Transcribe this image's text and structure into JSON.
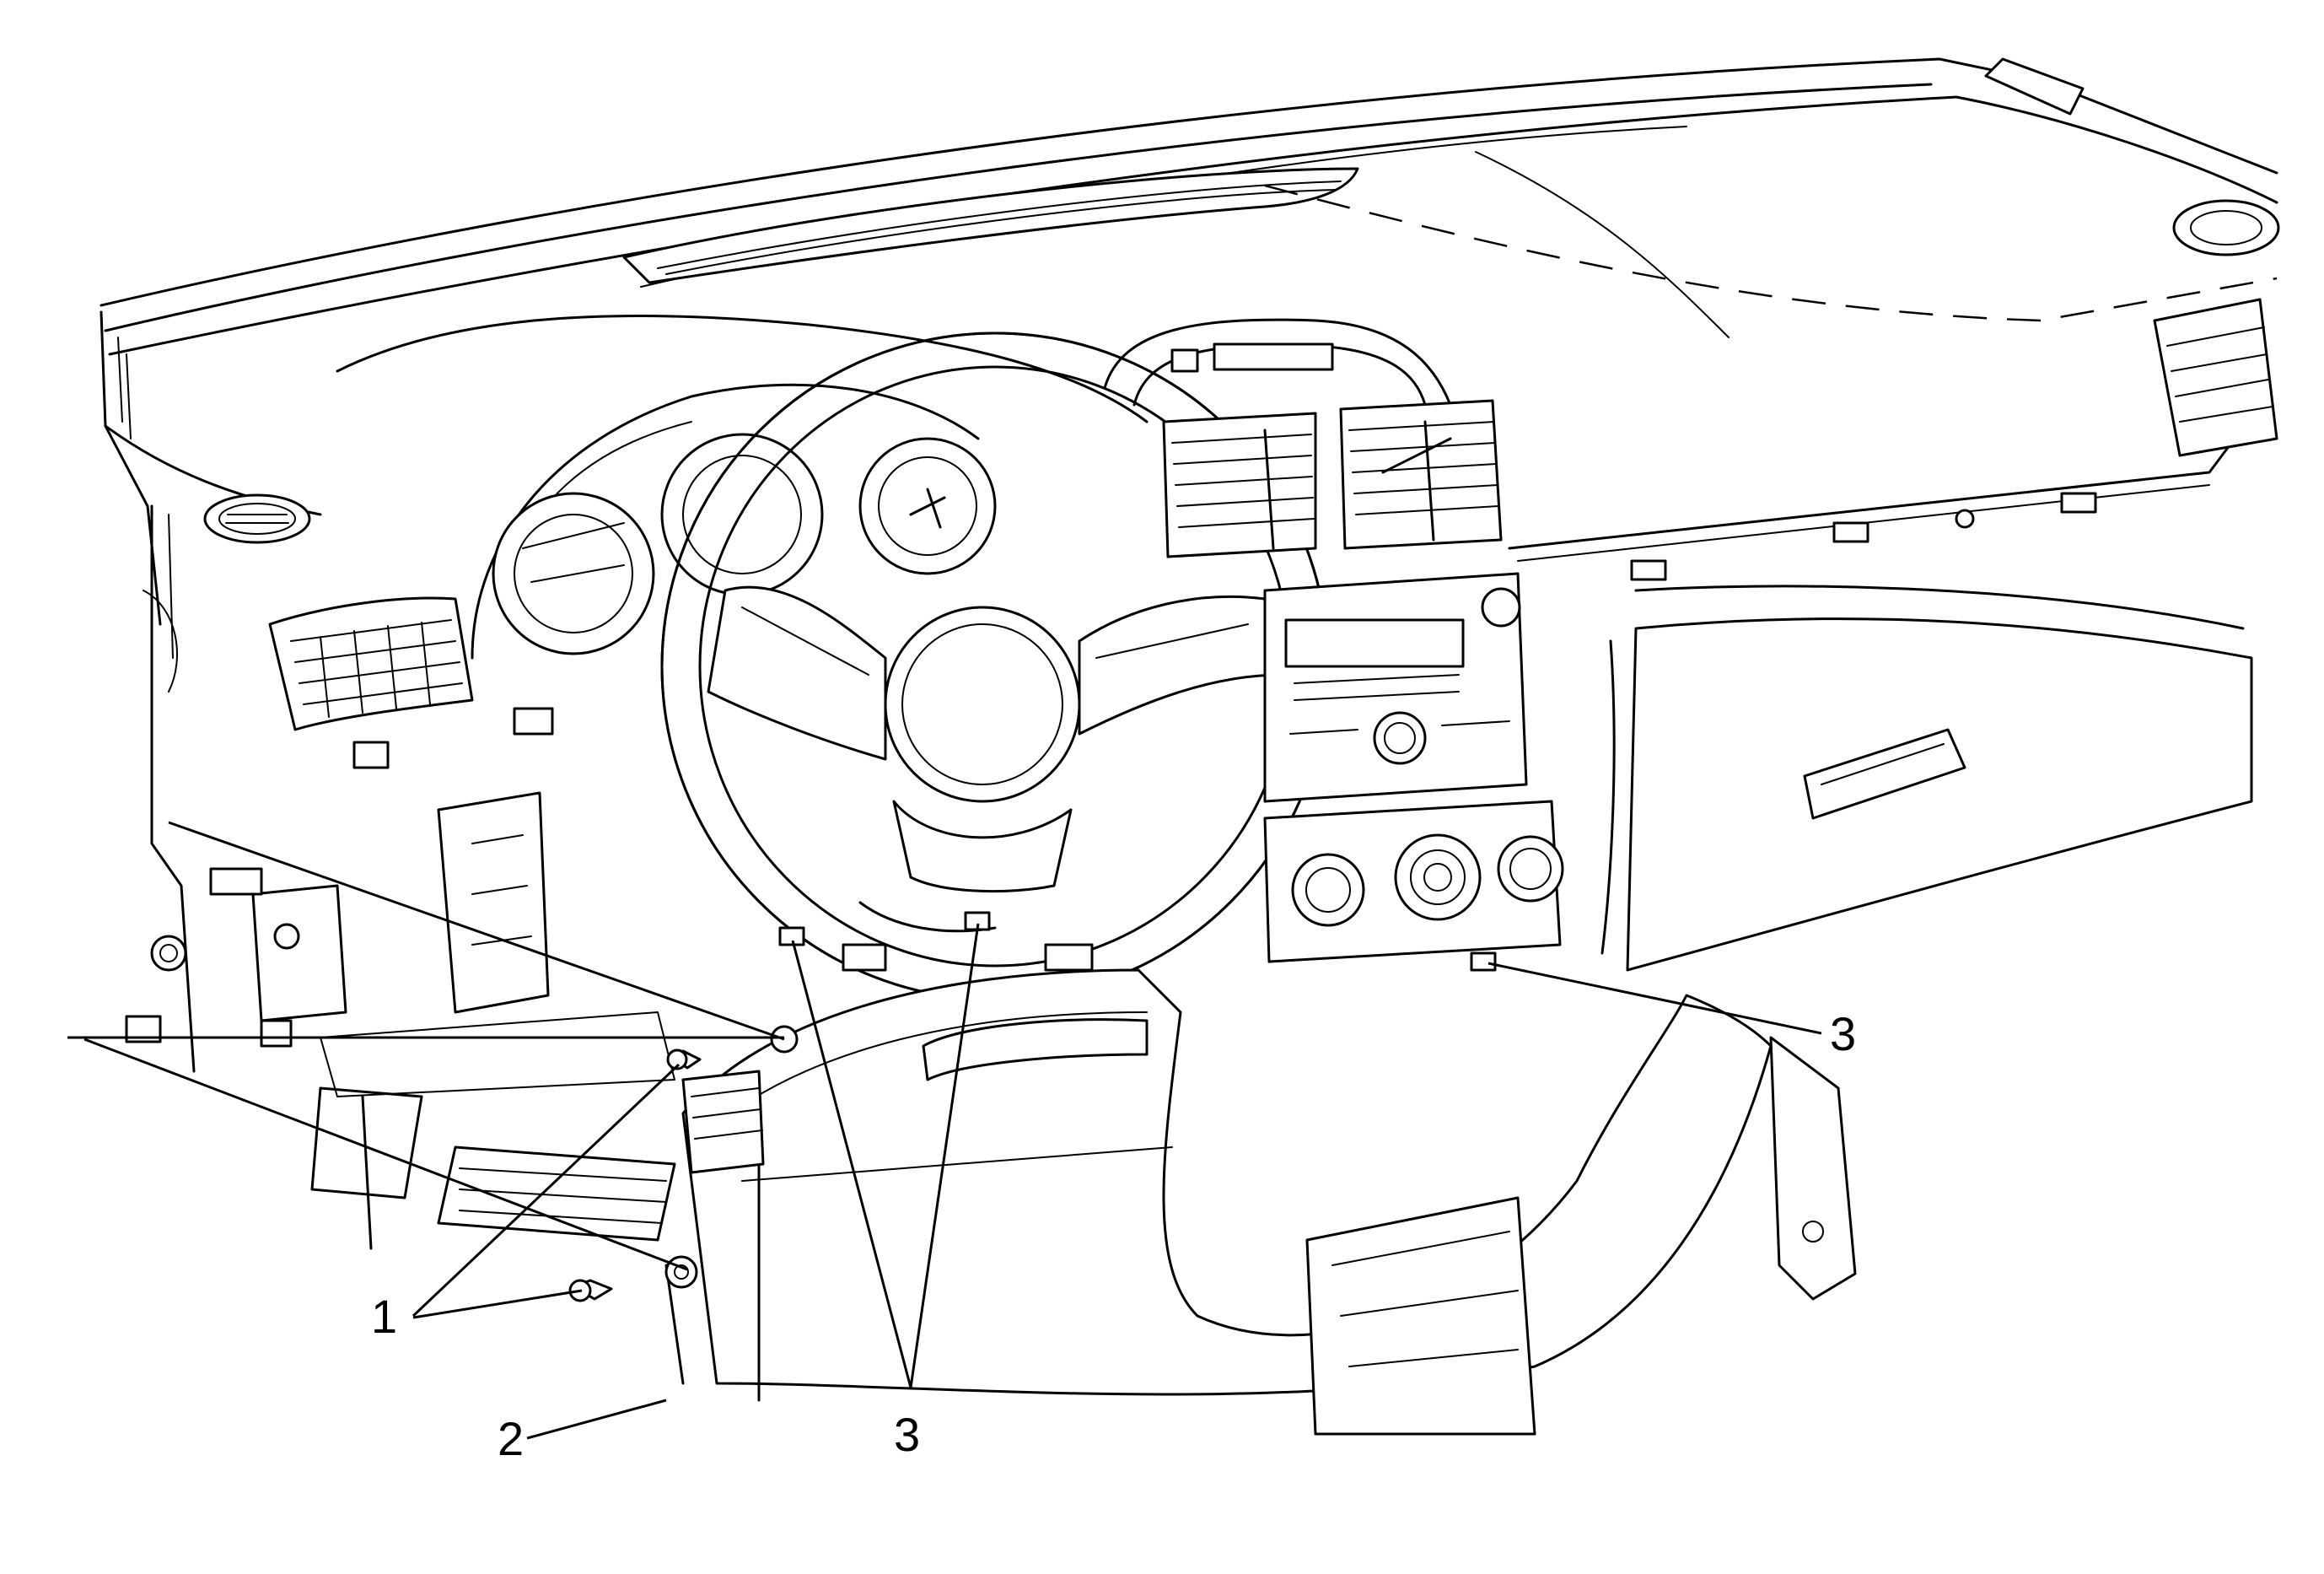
{
  "figure": {
    "callouts": [
      {
        "id": "1",
        "label": "1"
      },
      {
        "id": "2",
        "label": "2"
      },
      {
        "id": "3a",
        "label": "3"
      },
      {
        "id": "3b",
        "label": "3"
      }
    ]
  }
}
